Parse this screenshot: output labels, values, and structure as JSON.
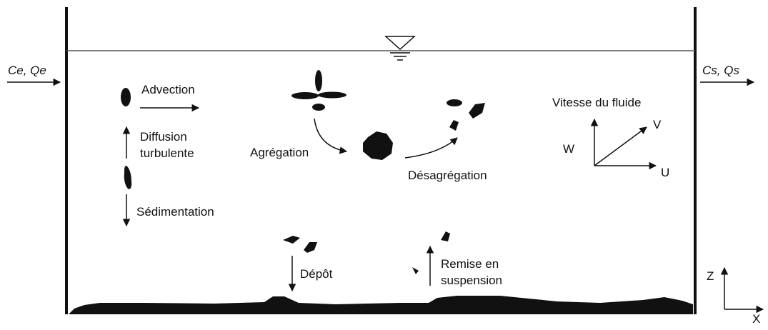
{
  "labels": {
    "inflow": "Ce, Qe",
    "outflow": "Cs, Qs",
    "advection": "Advection",
    "diffusion_line1": "Diffusion",
    "diffusion_line2": "turbulente",
    "sedimentation": "Sédimentation",
    "aggregation": "Agrégation",
    "disaggregation": "Désagrégation",
    "fluid_velocity": "Vitesse du fluide",
    "velocity_w": "W",
    "velocity_v": "V",
    "velocity_u": "U",
    "deposition": "Dépôt",
    "resuspension_line1": "Remise en",
    "resuspension_line2": "suspension",
    "axis_z": "Z",
    "axis_x": "X"
  },
  "colors": {
    "ink": "#111111",
    "background": "#ffffff"
  },
  "icons": [
    "water-surface-icon",
    "propeller-icon",
    "arrow-icon",
    "particle-icon",
    "floc-icon",
    "sediment-bed-icon"
  ]
}
